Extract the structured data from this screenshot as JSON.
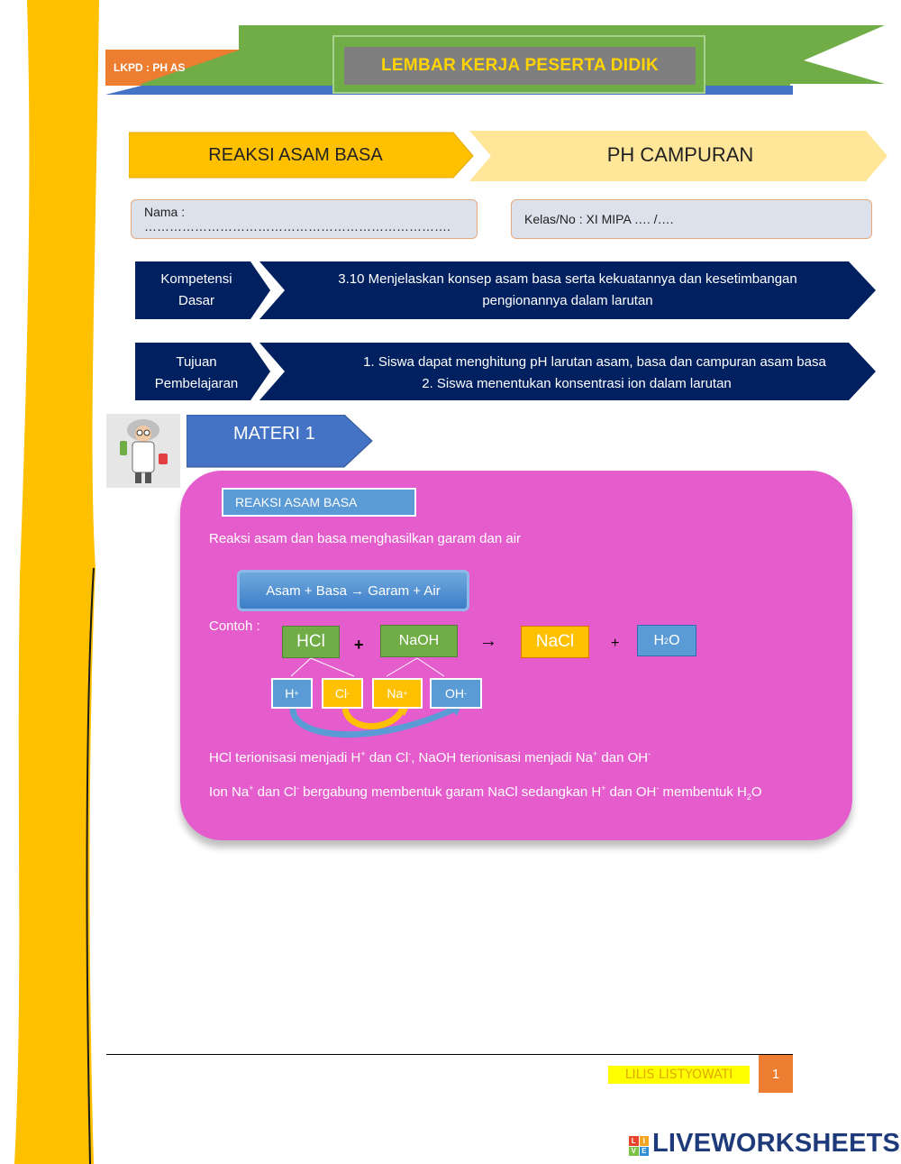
{
  "header": {
    "lkpd_label": "LKPD : PH ASAM",
    "banner_title": "LEMBAR KERJA PESERTA DIDIK"
  },
  "breadcrumb": {
    "left": "REAKSI ASAM BASA",
    "right": "PH CAMPURAN"
  },
  "student_info": {
    "name_field": "Nama : ……………………………………………………………….",
    "class_field": "Kelas/No : XI MIPA  …. /…."
  },
  "kompetensi": {
    "label_line1": "Kompetensi",
    "label_line2": "Dasar",
    "text_line1": "3.10 Menjelaskan konsep asam basa serta kekuatannya dan kesetimbangan",
    "text_line2": "pengionannya dalam larutan"
  },
  "tujuan": {
    "label_line1": "Tujuan",
    "label_line2": "Pembelajaran",
    "item1": "1.    Siswa dapat menghitung pH larutan asam, basa dan campuran asam basa",
    "item2": "2.    Siswa menentukan konsentrasi ion dalam larutan"
  },
  "materi": {
    "title": "MATERI 1",
    "section_title": "REAKSI ASAM BASA",
    "intro": "Reaksi asam dan basa menghasilkan garam dan air",
    "equation": "Asam  + Basa → Garam + Air",
    "contoh_label": "Contoh :",
    "reactant1": "HCl",
    "plus1": "+",
    "reactant2": "NaOH",
    "arrow": "→",
    "product1": "NaCl",
    "plus2": "+",
    "product2_base": "H",
    "product2_sub": "2",
    "product2_tail": "O",
    "ions": [
      {
        "base": "H",
        "sup": "+"
      },
      {
        "base": "Cl",
        "sup": "-"
      },
      {
        "base": "Na",
        "sup": "+"
      },
      {
        "base": "OH",
        "sup": "-"
      }
    ],
    "explanation1": {
      "a": "HCl terionisasi menjadi H",
      "a_sup": "+",
      "b": " dan Cl",
      "b_sup": "-",
      "c": ", NaOH terionisasi menjadi Na",
      "c_sup": "+",
      "d": " dan OH",
      "d_sup": "-"
    },
    "explanation2": {
      "a": "Ion Na",
      "a_sup": "+",
      "b": " dan Cl",
      "b_sup": "-",
      "c": " bergabung membentuk garam NaCl sedangkan H",
      "c_sup": "+",
      "d": " dan OH",
      "d_sup": "-",
      "e": " membentuk H",
      "e_sub": "2",
      "f": "O"
    }
  },
  "footer": {
    "author": "LILIS LISTYOWATI",
    "page_number": "1",
    "brand": "LIVEWORKSHEETS",
    "brand_logo_letters": [
      "L",
      "I",
      "V",
      "E"
    ]
  },
  "colors": {
    "spine": "#ffc000",
    "banner_green": "#70ad47",
    "banner_orange": "#ed7d31",
    "banner_blue": "#4472c4",
    "breadcrumb_left": "#ffc000",
    "breadcrumb_right": "#ffe699",
    "nav_dark": "#002060",
    "materi_blue": "#4472c4",
    "card_pink": "#e55ccc",
    "green_box": "#70ad47",
    "nacl_orange": "#ffc000",
    "water_blue": "#5b9bd5"
  }
}
